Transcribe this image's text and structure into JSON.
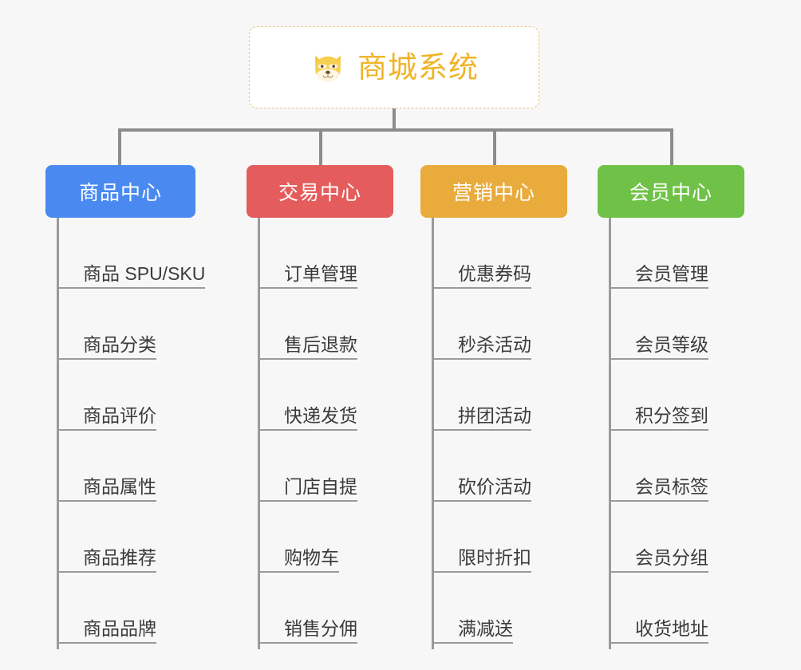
{
  "diagram": {
    "type": "mind-map",
    "background_color": "#f7f7f7",
    "connector_color": "#8c8c8c",
    "root": {
      "title": "商城系统",
      "icon": "shiba-dog-icon",
      "text_color": "#f0b429",
      "border_color": "#e8c583",
      "background_color": "#ffffff"
    },
    "branches": [
      {
        "label": "商品中心",
        "color": "#4a8af0",
        "items": [
          "商品 SPU/SKU",
          "商品分类",
          "商品评价",
          "商品属性",
          "商品推荐",
          "商品品牌"
        ]
      },
      {
        "label": "交易中心",
        "color": "#e55c5c",
        "items": [
          "订单管理",
          "售后退款",
          "快递发货",
          "门店自提",
          "购物车",
          "销售分佣"
        ]
      },
      {
        "label": "营销中心",
        "color": "#e9ab3c",
        "items": [
          "优惠券码",
          "秒杀活动",
          "拼团活动",
          "砍价活动",
          "限时折扣",
          "满减送"
        ]
      },
      {
        "label": "会员中心",
        "color": "#6fc247",
        "items": [
          "会员管理",
          "会员等级",
          "积分签到",
          "会员标签",
          "会员分组",
          "收货地址"
        ]
      }
    ]
  }
}
